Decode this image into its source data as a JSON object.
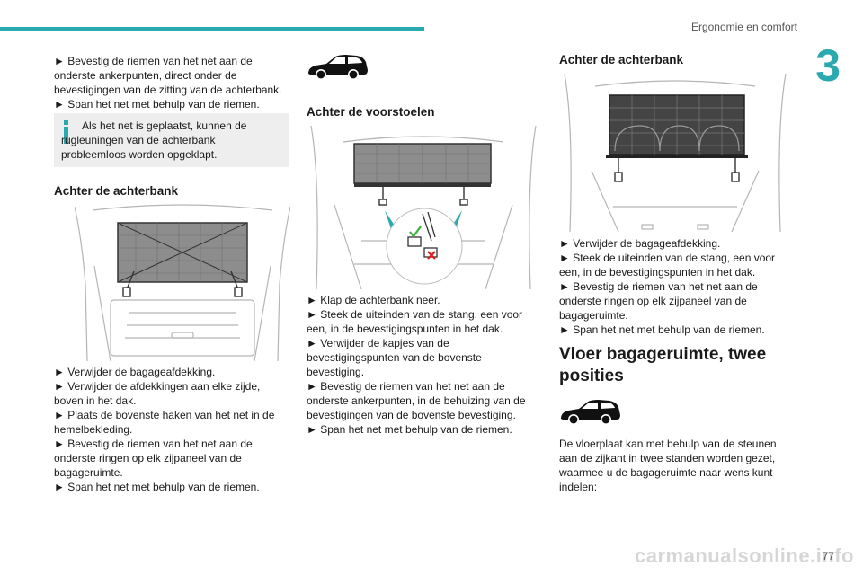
{
  "header": {
    "title": "Ergonomie en comfort",
    "chapter": "3",
    "accent_color": "#2aa9ae"
  },
  "col1": {
    "p1": "► Bevestig de riemen van het net aan de onderste ankerpunten, direct onder de bevestigingen van de zitting van de achterbank.",
    "p2": "► Span het net met behulp van de riemen.",
    "info": "Als het net is geplaatst, kunnen de rugleuningen van de achterbank probleemloos worden opgeklapt.",
    "info_icon": "info-icon",
    "heading": "Achter de achterbank",
    "steps": [
      "► Verwijder de bagageafdekking.",
      "► Verwijder de afdekkingen aan elke zijde, boven in het dak.",
      "► Plaats de bovenste haken van het net in de hemelbekleding.",
      "► Bevestig de riemen van het net aan de onderste ringen op elk zijpaneel van de bagageruimte.",
      "► Span het net met behulp van de riemen."
    ]
  },
  "col2": {
    "car_icon": "suv-car-icon",
    "heading": "Achter de voorstoelen",
    "steps": [
      "► Klap de achterbank neer.",
      "► Steek de uiteinden van de stang, een voor een, in de bevestigingspunten in het dak.",
      "► Verwijder de kapjes van de bevestigingspunten van de bovenste bevestiging.",
      "► Bevestig de riemen van het net aan de onderste ankerpunten, in de behuizing van de bevestigingen van de bovenste bevestiging.",
      "► Span het net met behulp van de riemen."
    ]
  },
  "col3": {
    "heading": "Achter de achterbank",
    "steps": [
      "► Verwijder de bagageafdekking.",
      "► Steek de uiteinden van de stang, een voor een, in de bevestigingspunten in het dak.",
      "► Bevestig de riemen van het net aan de onderste ringen op elk zijpaneel van de bagageruimte.",
      "► Span het net met behulp van de riemen."
    ],
    "section_title": "Vloer bagageruimte, twee posities",
    "car_icon": "suv-car-icon",
    "para": "De vloerplaat kan met behulp van de steunen aan de zijkant in twee standen worden gezet, waarmee u de bagageruimte naar wens kunt indelen:"
  },
  "footer": {
    "page_number": "77",
    "watermark": "carmanualsonline.info"
  }
}
